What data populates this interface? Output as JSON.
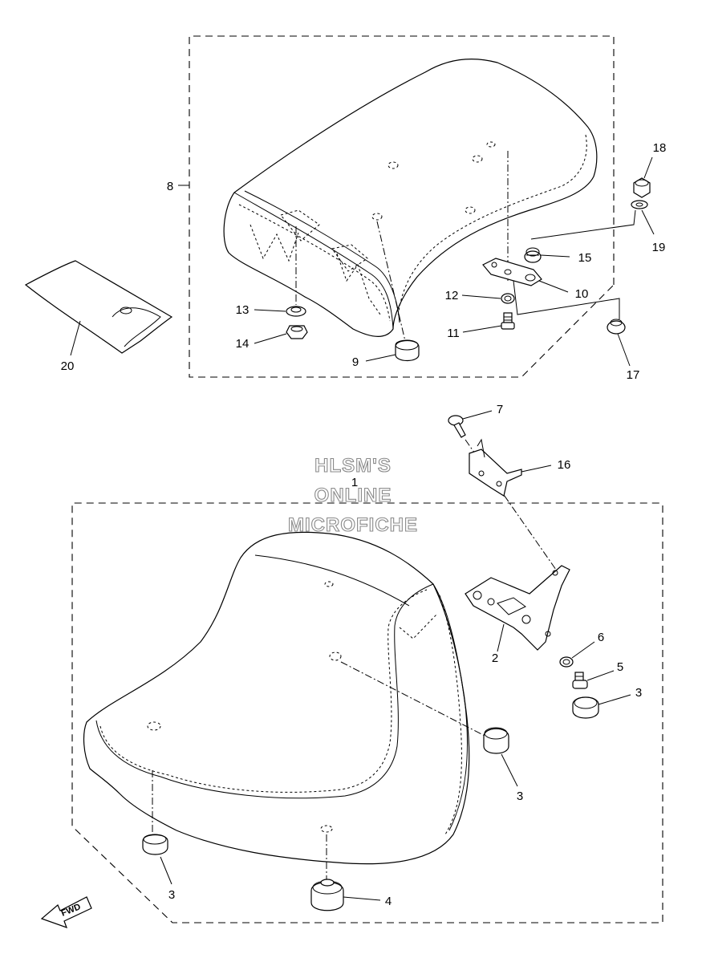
{
  "watermark": {
    "line1": "HLSM'S",
    "line2": "ONLINE",
    "line3": "MICROFICHE"
  },
  "direction_badge": "FWD",
  "callouts": {
    "c1": "1",
    "c2": "2",
    "c3a": "3",
    "c3b": "3",
    "c3c": "3",
    "c4": "4",
    "c5": "5",
    "c6": "6",
    "c7": "7",
    "c8": "8",
    "c9": "9",
    "c10": "10",
    "c11": "11",
    "c12": "12",
    "c13": "13",
    "c14": "14",
    "c15": "15",
    "c16": "16",
    "c17": "17",
    "c18": "18",
    "c19": "19",
    "c20": "20"
  }
}
